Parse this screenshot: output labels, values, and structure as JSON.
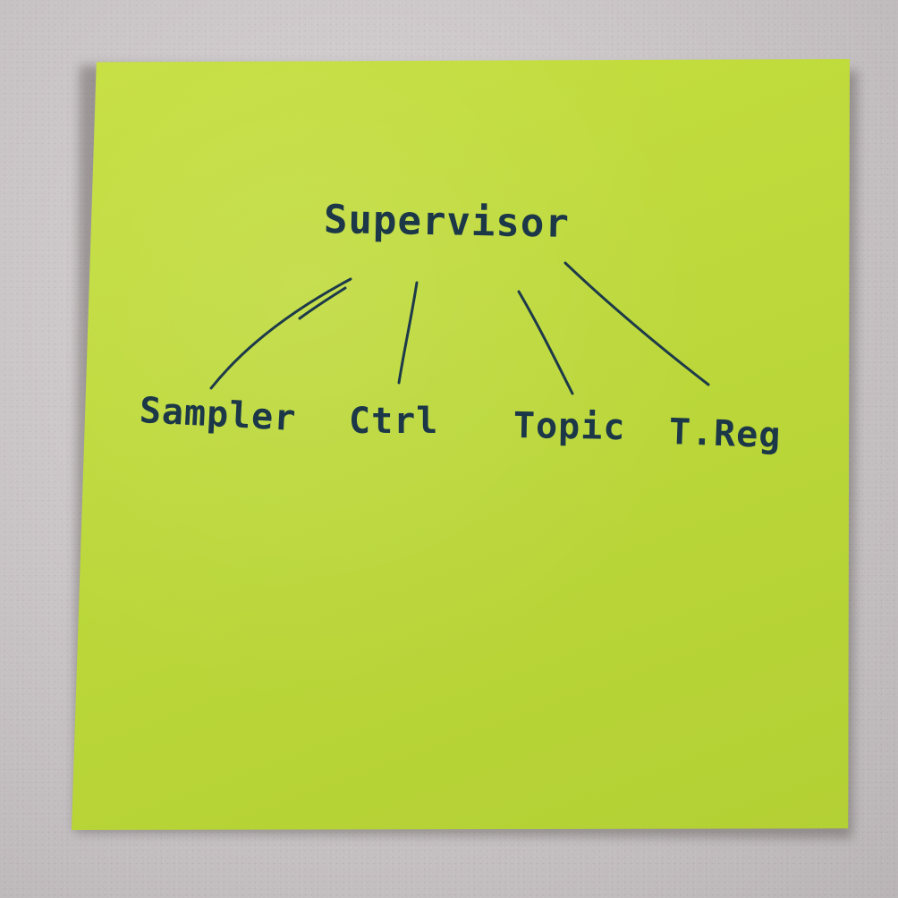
{
  "diagram": {
    "root": "Supervisor",
    "children": [
      "Sampler",
      "Ctrl",
      "Topic",
      "T.Reg"
    ]
  },
  "colors": {
    "note": "#bcd83a",
    "ink": "#1b3748",
    "background": "#cbc6c8"
  }
}
